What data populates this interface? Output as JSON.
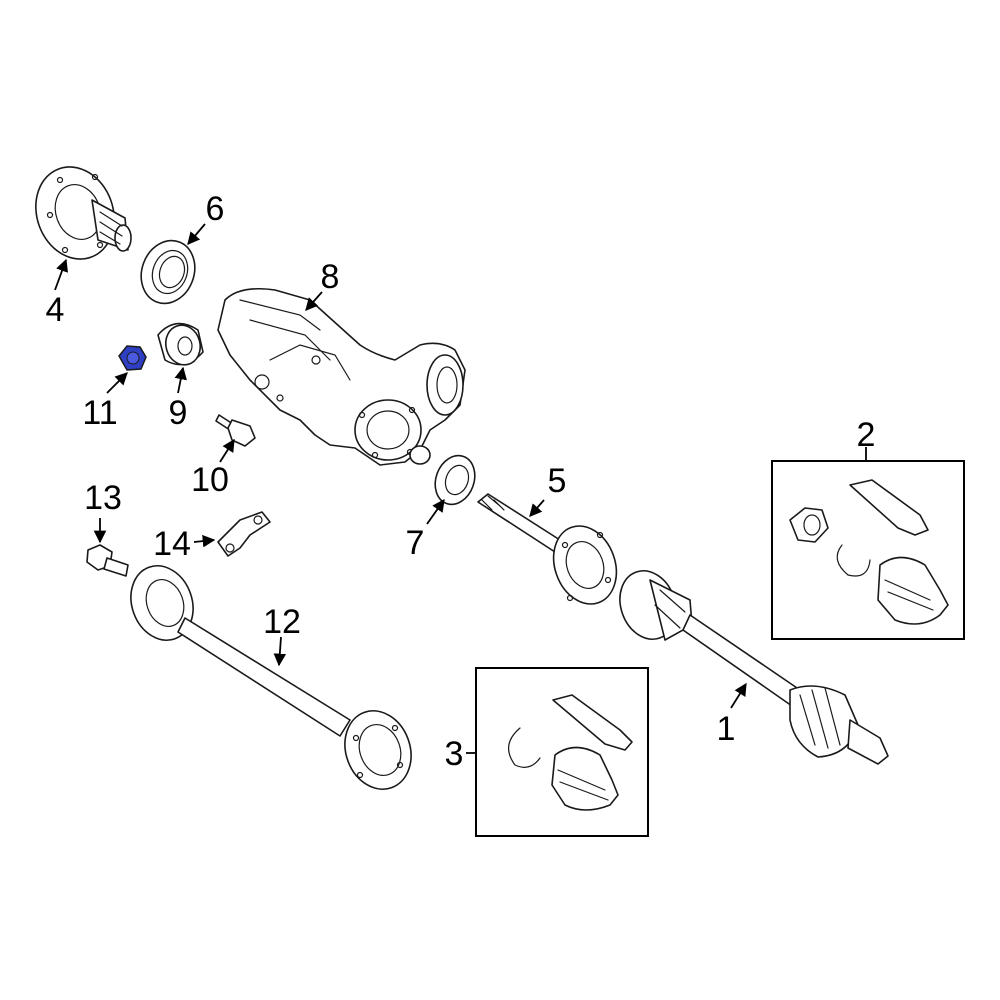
{
  "callouts": {
    "c1": "1",
    "c2": "2",
    "c3": "3",
    "c4": "4",
    "c5": "5",
    "c6": "6",
    "c7": "7",
    "c8": "8",
    "c9": "9",
    "c10": "10",
    "c11": "11",
    "c12": "12",
    "c13": "13",
    "c14": "14"
  },
  "colors": {
    "line": "#1a1a1a",
    "highlight": "#2f3fc4",
    "background": "#ffffff"
  }
}
